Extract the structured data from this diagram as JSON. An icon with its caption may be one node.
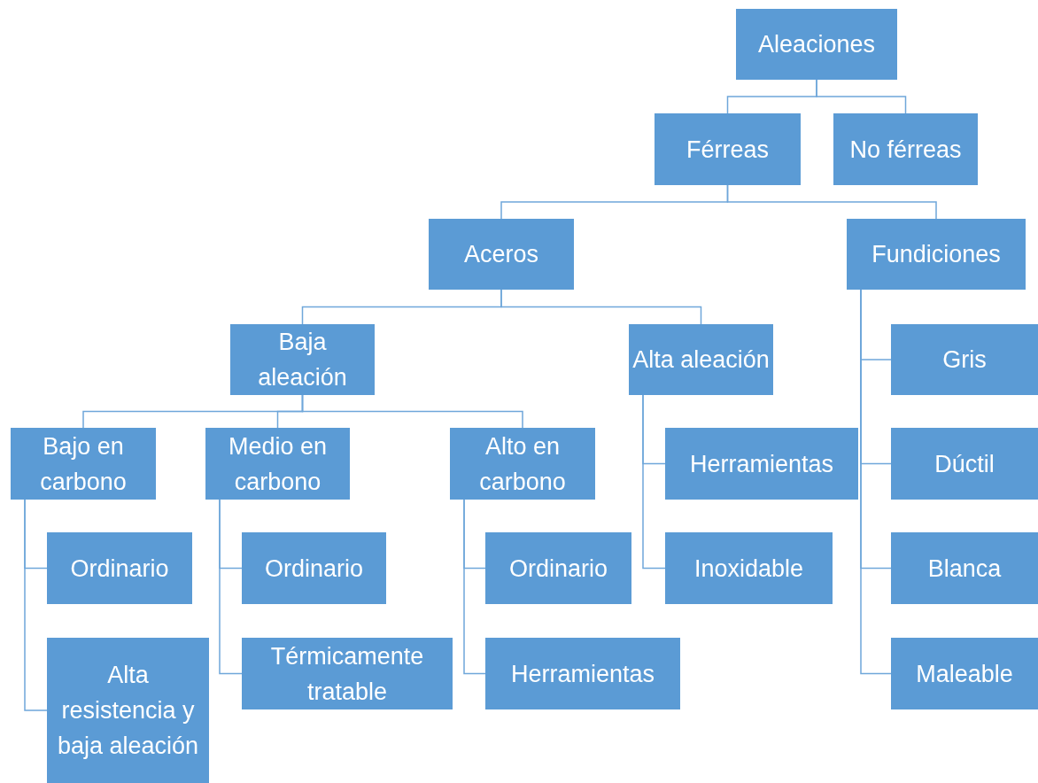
{
  "diagram": {
    "nodes": [
      {
        "text": [
          "Aleaciones"
        ]
      },
      {
        "text": [
          "Férreas"
        ]
      },
      {
        "text": [
          "No férreas"
        ]
      },
      {
        "text": [
          "Aceros"
        ]
      },
      {
        "text": [
          "Fundiciones"
        ]
      },
      {
        "text": [
          "Baja aleación"
        ]
      },
      {
        "text": [
          "Alta aleación"
        ]
      },
      {
        "text": [
          "Bajo en carbono"
        ]
      },
      {
        "text": [
          "Medio en carbono"
        ]
      },
      {
        "text": [
          "Alto en carbono"
        ]
      },
      {
        "text": [
          "Ordinario"
        ]
      },
      {
        "text": [
          "Alta resistencia y baja aleación"
        ]
      },
      {
        "text": [
          "Ordinario"
        ]
      },
      {
        "text": [
          "Térmicamente tratable"
        ]
      },
      {
        "text": [
          "Ordinario"
        ]
      },
      {
        "text": [
          "Herramientas"
        ]
      },
      {
        "text": [
          "Herramientas"
        ]
      },
      {
        "text": [
          "Inoxidable"
        ]
      },
      {
        "text": [
          "Gris"
        ]
      },
      {
        "text": [
          "Dúctil"
        ]
      },
      {
        "text": [
          "Blanca"
        ]
      },
      {
        "text": [
          "Maleable"
        ]
      }
    ],
    "edges": [
      {
        "from": 0,
        "to": 1,
        "arrow": "none"
      },
      {
        "from": 0,
        "to": 2,
        "arrow": "none"
      },
      {
        "from": 1,
        "to": 3,
        "arrow": "none"
      },
      {
        "from": 1,
        "to": 4,
        "arrow": "none"
      },
      {
        "from": 3,
        "to": 5,
        "arrow": "none"
      },
      {
        "from": 3,
        "to": 6,
        "arrow": "none"
      },
      {
        "from": 5,
        "to": 7,
        "arrow": "none"
      },
      {
        "from": 5,
        "to": 8,
        "arrow": "none"
      },
      {
        "from": 5,
        "to": 9,
        "arrow": "none"
      },
      {
        "from": 7,
        "to": 10,
        "arrow": "none"
      },
      {
        "from": 7,
        "to": 11,
        "arrow": "none"
      },
      {
        "from": 8,
        "to": 12,
        "arrow": "none"
      },
      {
        "from": 8,
        "to": 13,
        "arrow": "none"
      },
      {
        "from": 9,
        "to": 14,
        "arrow": "none"
      },
      {
        "from": 9,
        "to": 15,
        "arrow": "none"
      },
      {
        "from": 6,
        "to": 16,
        "arrow": "none"
      },
      {
        "from": 6,
        "to": 17,
        "arrow": "none"
      },
      {
        "from": 4,
        "to": 18,
        "arrow": "none"
      },
      {
        "from": 4,
        "to": 19,
        "arrow": "none"
      },
      {
        "from": 4,
        "to": 20,
        "arrow": "none"
      },
      {
        "from": 4,
        "to": 21,
        "arrow": "none"
      }
    ]
  }
}
